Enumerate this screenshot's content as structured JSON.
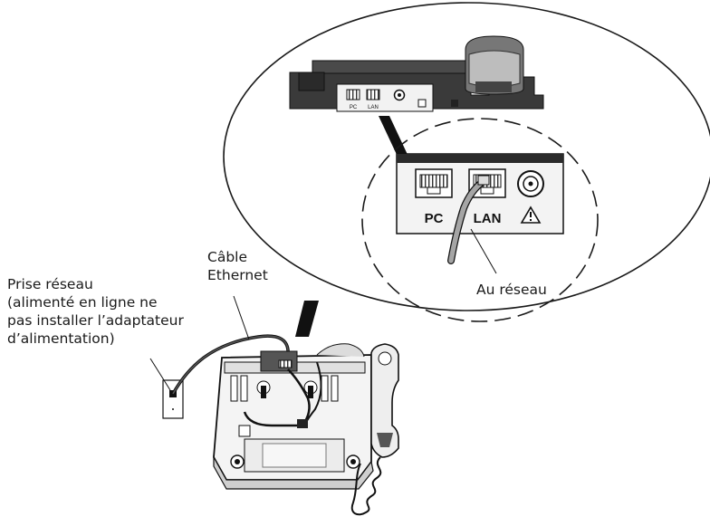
{
  "labels": {
    "network_outlet": [
      "Prise réseau",
      "(alimenté en ligne ne",
      "pas installer l’adaptateur",
      "d’alimentation)"
    ],
    "ethernet_cable": [
      "Câble",
      "Ethernet"
    ],
    "to_network": "Au réseau"
  },
  "ports": {
    "pc": "PC",
    "lan": "LAN",
    "warning_symbol": "⚠"
  },
  "icons": {
    "phone": "desk-phone-rear-view",
    "handset": "handset-icon",
    "wall_jack": "wall-jack-icon",
    "warning": "warning-triangle-icon"
  },
  "colors": {
    "line": "#1a1a1a",
    "cable_gray": "#9a9a9a",
    "panel_dark": "#2b2b2b",
    "panel_light": "#f4f4f4"
  }
}
